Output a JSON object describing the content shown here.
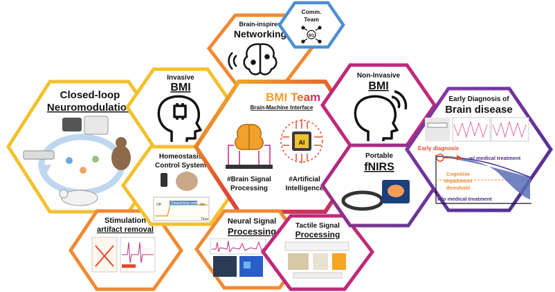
{
  "colors": {
    "yellow": "#F2C12E",
    "orange": "#F08A32",
    "blue": "#4C8FD3",
    "magenta": "#C0297A",
    "purple": "#5B3A9C",
    "red": "#E24A2C",
    "teal": "#1F8FB8",
    "text": "#111111"
  },
  "closed_loop": {
    "title_line1": "Closed-loop",
    "title_line2": "Neuromodulation"
  },
  "stimulation": {
    "line1": "Stimulation",
    "line2": "artifact removal"
  },
  "invasive_bmi": {
    "line1": "Invasive",
    "line2": "BMI"
  },
  "homeostasis": {
    "line1": "Homeostasis",
    "line2": "Control System",
    "off_label": "Off",
    "loop_label": "Closed-loop control",
    "on_label": "On",
    "time_label": "Time"
  },
  "networking": {
    "line1": "Brain-inspired",
    "line2": "Networking"
  },
  "comm_team": {
    "line1": "Comm.",
    "line2": "Team",
    "badge": "6G"
  },
  "bmi_team": {
    "title_part1": "BMI",
    "title_part2": "Team",
    "subtitle": "Brain-Machine Interface",
    "tag1_line1": "#Brain Signal",
    "tag1_line2": "Processing",
    "tag2_line1": "#Artificial",
    "tag2_line2": "Intelligence",
    "chip_label": "AI"
  },
  "neural_signal": {
    "line1": "Neural Signal",
    "line2": "Processing"
  },
  "tactile_signal": {
    "line1": "Tactile Signal",
    "line2": "Processing"
  },
  "non_invasive_bmi": {
    "line1": "Non-Invasive",
    "line2": "BMI"
  },
  "fnirs": {
    "line1": "Portable",
    "line2": "fNIRS"
  },
  "diagnosis": {
    "title_line1": "Early Diagnosis of",
    "title_line2": "Brain disease",
    "early_label": "Early diagnosis",
    "with_label": "w/ medical treatment",
    "threshold_line1": "Cognitive",
    "threshold_line2": "impairment",
    "threshold_line3": "threshold",
    "without_label": "w/o medical treatment"
  }
}
